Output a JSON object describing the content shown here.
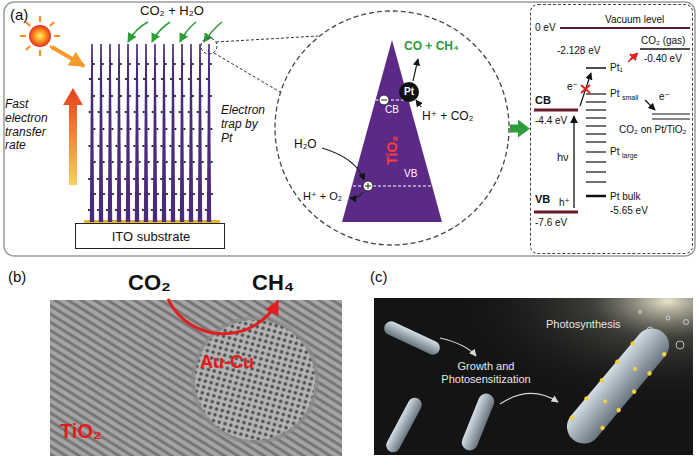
{
  "diagram": {
    "nodes": [
      {
        "text": [
          "ITO substrate"
        ]
      },
      {
        "text": [
          "CO + CH₄",
          "H⁺ + CO₂",
          "H₂O",
          "H⁺ + O₂"
        ]
      },
      {
        "text": [
          "CB",
          "TiO₂",
          "VB"
        ],
        "in": 1
      },
      {
        "text": [
          "Pt"
        ],
        "in": 2
      },
      {
        "text": [
          "0 eV",
          "Vacuum level",
          "-2.128 eV",
          "CO₂ (gas)",
          "-0.40 eV",
          "Pt₁",
          "e⁻",
          "CB",
          "-4.4 eV",
          "Pt",
          "small",
          "e⁻",
          "CO₂ on Pt/TiO₂",
          "Pt",
          "large",
          "hν",
          "Pt bulk",
          "-5.65 eV",
          "VB",
          "h⁺",
          "-7.6 eV"
        ]
      }
    ],
    "edges": [
      {
        "from": 1,
        "to": 4,
        "arrow": "to"
      }
    ],
    "labels": [
      "(a)",
      "CO₂ + H₂O",
      "Fast electron transfer rate",
      "Electron trap by Pt",
      "(b)",
      "CO₂",
      "CH₄",
      "Au-Cu",
      "TiO₂",
      "(c)",
      "Photosynthesis",
      "Growth and Photosensitization"
    ]
  }
}
